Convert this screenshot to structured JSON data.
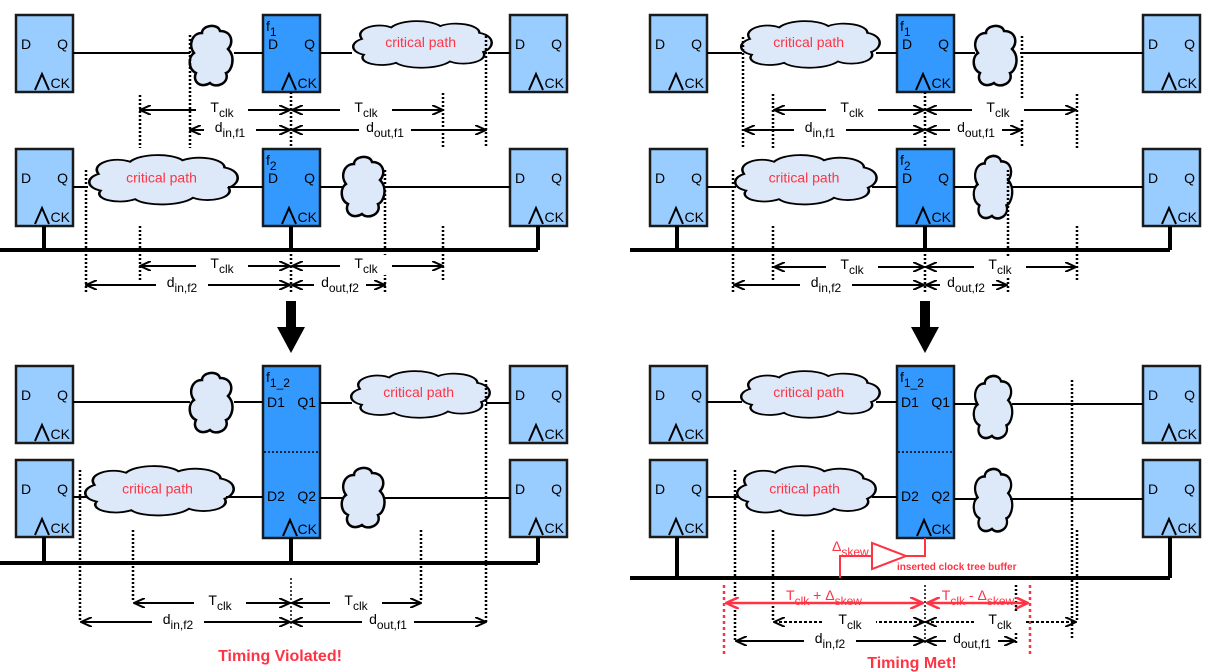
{
  "figure": {
    "pins": {
      "d": "D",
      "q": "Q",
      "ck": "CK",
      "d1": "D1",
      "q1": "Q1",
      "d2": "D2",
      "q2": "Q2"
    },
    "cloud_label": "critical path",
    "labels": {
      "f1_base": "f",
      "f1_sub": "1",
      "f2_base": "f",
      "f2_sub": "2",
      "f12_base": "f",
      "f12_sub": "1_2",
      "tclk_base": "T",
      "tclk_sub": "clk",
      "d_base": "d",
      "din_f1_sub": "in,f1",
      "dout_f1_sub": "out,f1",
      "din_f2_sub": "in,f2",
      "dout_f2_sub": "out,f2",
      "delta": "Δ",
      "skew_sub": "skew",
      "plus": " + ",
      "minus": " - "
    },
    "left_panel": {
      "verdict": "Timing Violated!"
    },
    "right_panel": {
      "verdict": "Timing Met!",
      "buffer_label": "inserted clock tree buffer"
    },
    "colors": {
      "ff_light": "#99ccff",
      "ff_merged": "#3399ff",
      "cloud": "#dde9f9",
      "critical": "#ff3344"
    }
  }
}
